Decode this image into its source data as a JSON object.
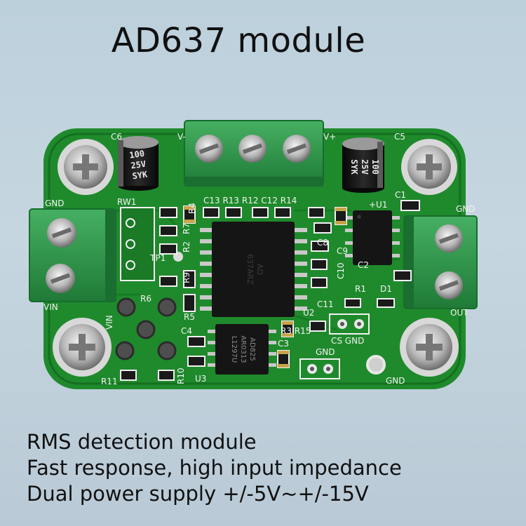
{
  "title": "AD637 module",
  "captions": [
    "RMS detection module",
    "Fast response, high input impedance",
    "Dual power supply +/-5V~+/-15V"
  ],
  "capacitor_left": {
    "l1": "100",
    "l2": "25V",
    "l3": "SYK"
  },
  "capacitor_right": {
    "l1": "100",
    "l2": "25V",
    "l3": "SYK"
  },
  "chip_main": {
    "l1": "AD",
    "l2": "637ARZ"
  },
  "chip_small": {
    "l1": "AD825",
    "l2": "AR0313",
    "l3": "L1297U"
  },
  "silkscreen": {
    "c6": "C6",
    "c5": "C5",
    "vminus": "V-",
    "vplus": "V+",
    "gnd_left": "GND",
    "gnd_right": "GND",
    "gnd_bottom": "GND",
    "gnd_corner": "GND",
    "vin_left": "VIN",
    "vin_mid": "VIN",
    "out": "OUT",
    "rw1": "RW1",
    "tp1": "TP1",
    "r6": "R6",
    "r5": "R5",
    "r9": "R9",
    "r2": "R2",
    "r7": "R7",
    "r4": "R4",
    "row_top": "C13 R13 R12 C12 R14",
    "u1": "+U1",
    "c1": "C1",
    "c8": "C8",
    "c9": "C9",
    "c10": "C10",
    "c11": "C11",
    "c2": "C2",
    "r1": "R1",
    "d1": "D1",
    "u2": "U2",
    "r3r15": "R3 R15",
    "cs_gnd": "CS GND",
    "c3": "C3",
    "c4": "C4",
    "u3": "U3",
    "r11": "R11",
    "r10": "R10"
  },
  "colors": {
    "pcb": "#1f8a2c",
    "pcb_dark": "#0f6a1c",
    "terminal": "#2f9a4a",
    "chip": "#151515",
    "silk": "#f2f2f2"
  }
}
